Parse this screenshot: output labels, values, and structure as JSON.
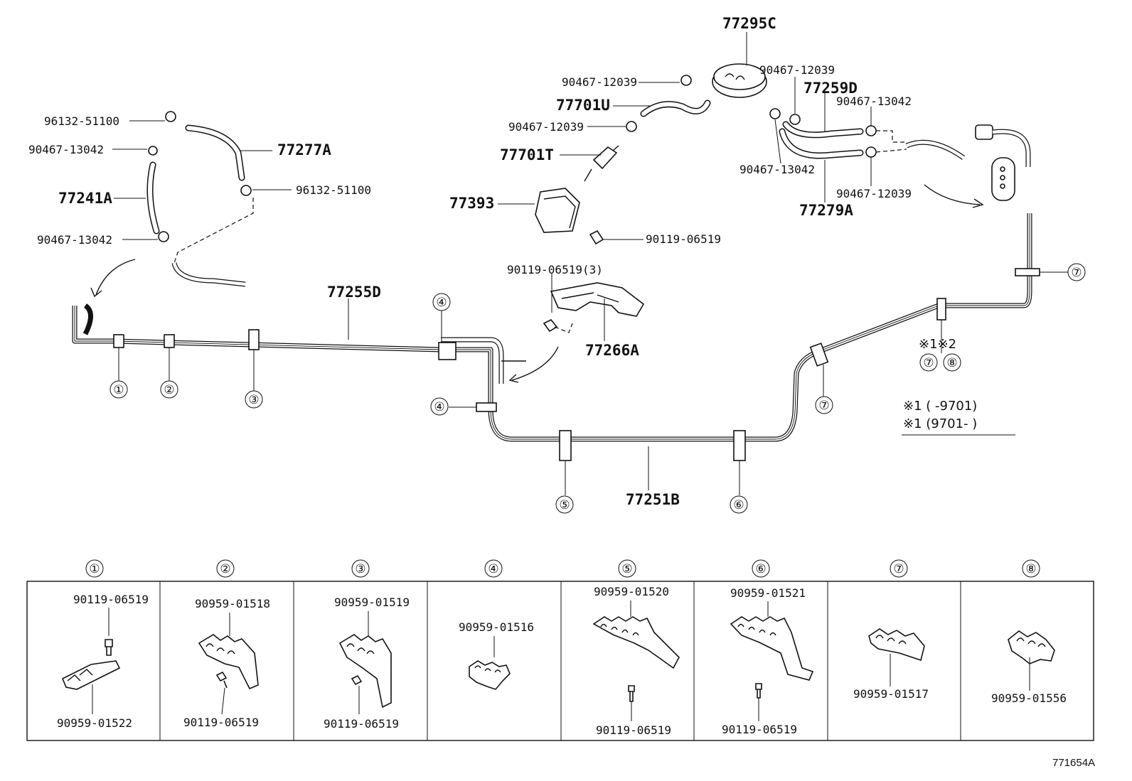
{
  "callouts": {
    "c77295C": "77295C",
    "c90467_12039_a": "90467-12039",
    "c90467_12039_b": "90467-12039",
    "c77259D": "77259D",
    "c90467_13042_a": "90467-13042",
    "c77701U": "77701U",
    "c90467_12039_c": "90467-12039",
    "c77701T": "77701T",
    "c90467_13042_b": "90467-13042",
    "c90467_12039_d": "90467-12039",
    "c77279A": "77279A",
    "c77393": "77393",
    "c90119_06519_a": "90119-06519",
    "c96132_51100_a": "96132-51100",
    "c90467_13042_c": "90467-13042",
    "c77277A": "77277A",
    "c77241A": "77241A",
    "c96132_51100_b": "96132-51100",
    "c90467_13042_d": "90467-13042",
    "c90119_06519_3": "90119-06519(3)",
    "c77266A": "77266A",
    "c77255D": "77255D",
    "c77251B": "77251B"
  },
  "clamp_refs": [
    "①",
    "②",
    "③",
    "④",
    "④",
    "⑤",
    "⑥",
    "⑦",
    "⑦",
    "⑦",
    "⑧"
  ],
  "notes": {
    "star_line": "※1※2",
    "note1": "※1 (      -9701)",
    "note2": "※1 (9701-      )"
  },
  "detail_panels": [
    {
      "num": "①",
      "labels": [
        "90119-06519",
        "90959-01522"
      ]
    },
    {
      "num": "②",
      "labels": [
        "90959-01518",
        "90119-06519"
      ]
    },
    {
      "num": "③",
      "labels": [
        "90959-01519",
        "90119-06519"
      ]
    },
    {
      "num": "④",
      "labels": [
        "90959-01516"
      ]
    },
    {
      "num": "⑤",
      "labels": [
        "90959-01520",
        "90119-06519"
      ]
    },
    {
      "num": "⑥",
      "labels": [
        "90959-01521",
        "90119-06519"
      ]
    },
    {
      "num": "⑦",
      "labels": [
        "90959-01517"
      ]
    },
    {
      "num": "⑧",
      "labels": [
        "90959-01556"
      ]
    }
  ],
  "drawing_id": "771654A"
}
